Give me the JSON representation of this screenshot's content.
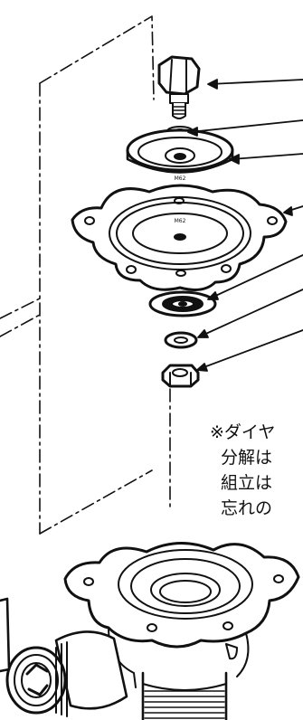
{
  "diagram": {
    "stamp_text": "M62",
    "note_lines": [
      "※ダイヤ",
      "分解は",
      "組立は",
      "忘れの"
    ],
    "colors": {
      "ink": "#111111",
      "paper": "#ffffff"
    }
  }
}
